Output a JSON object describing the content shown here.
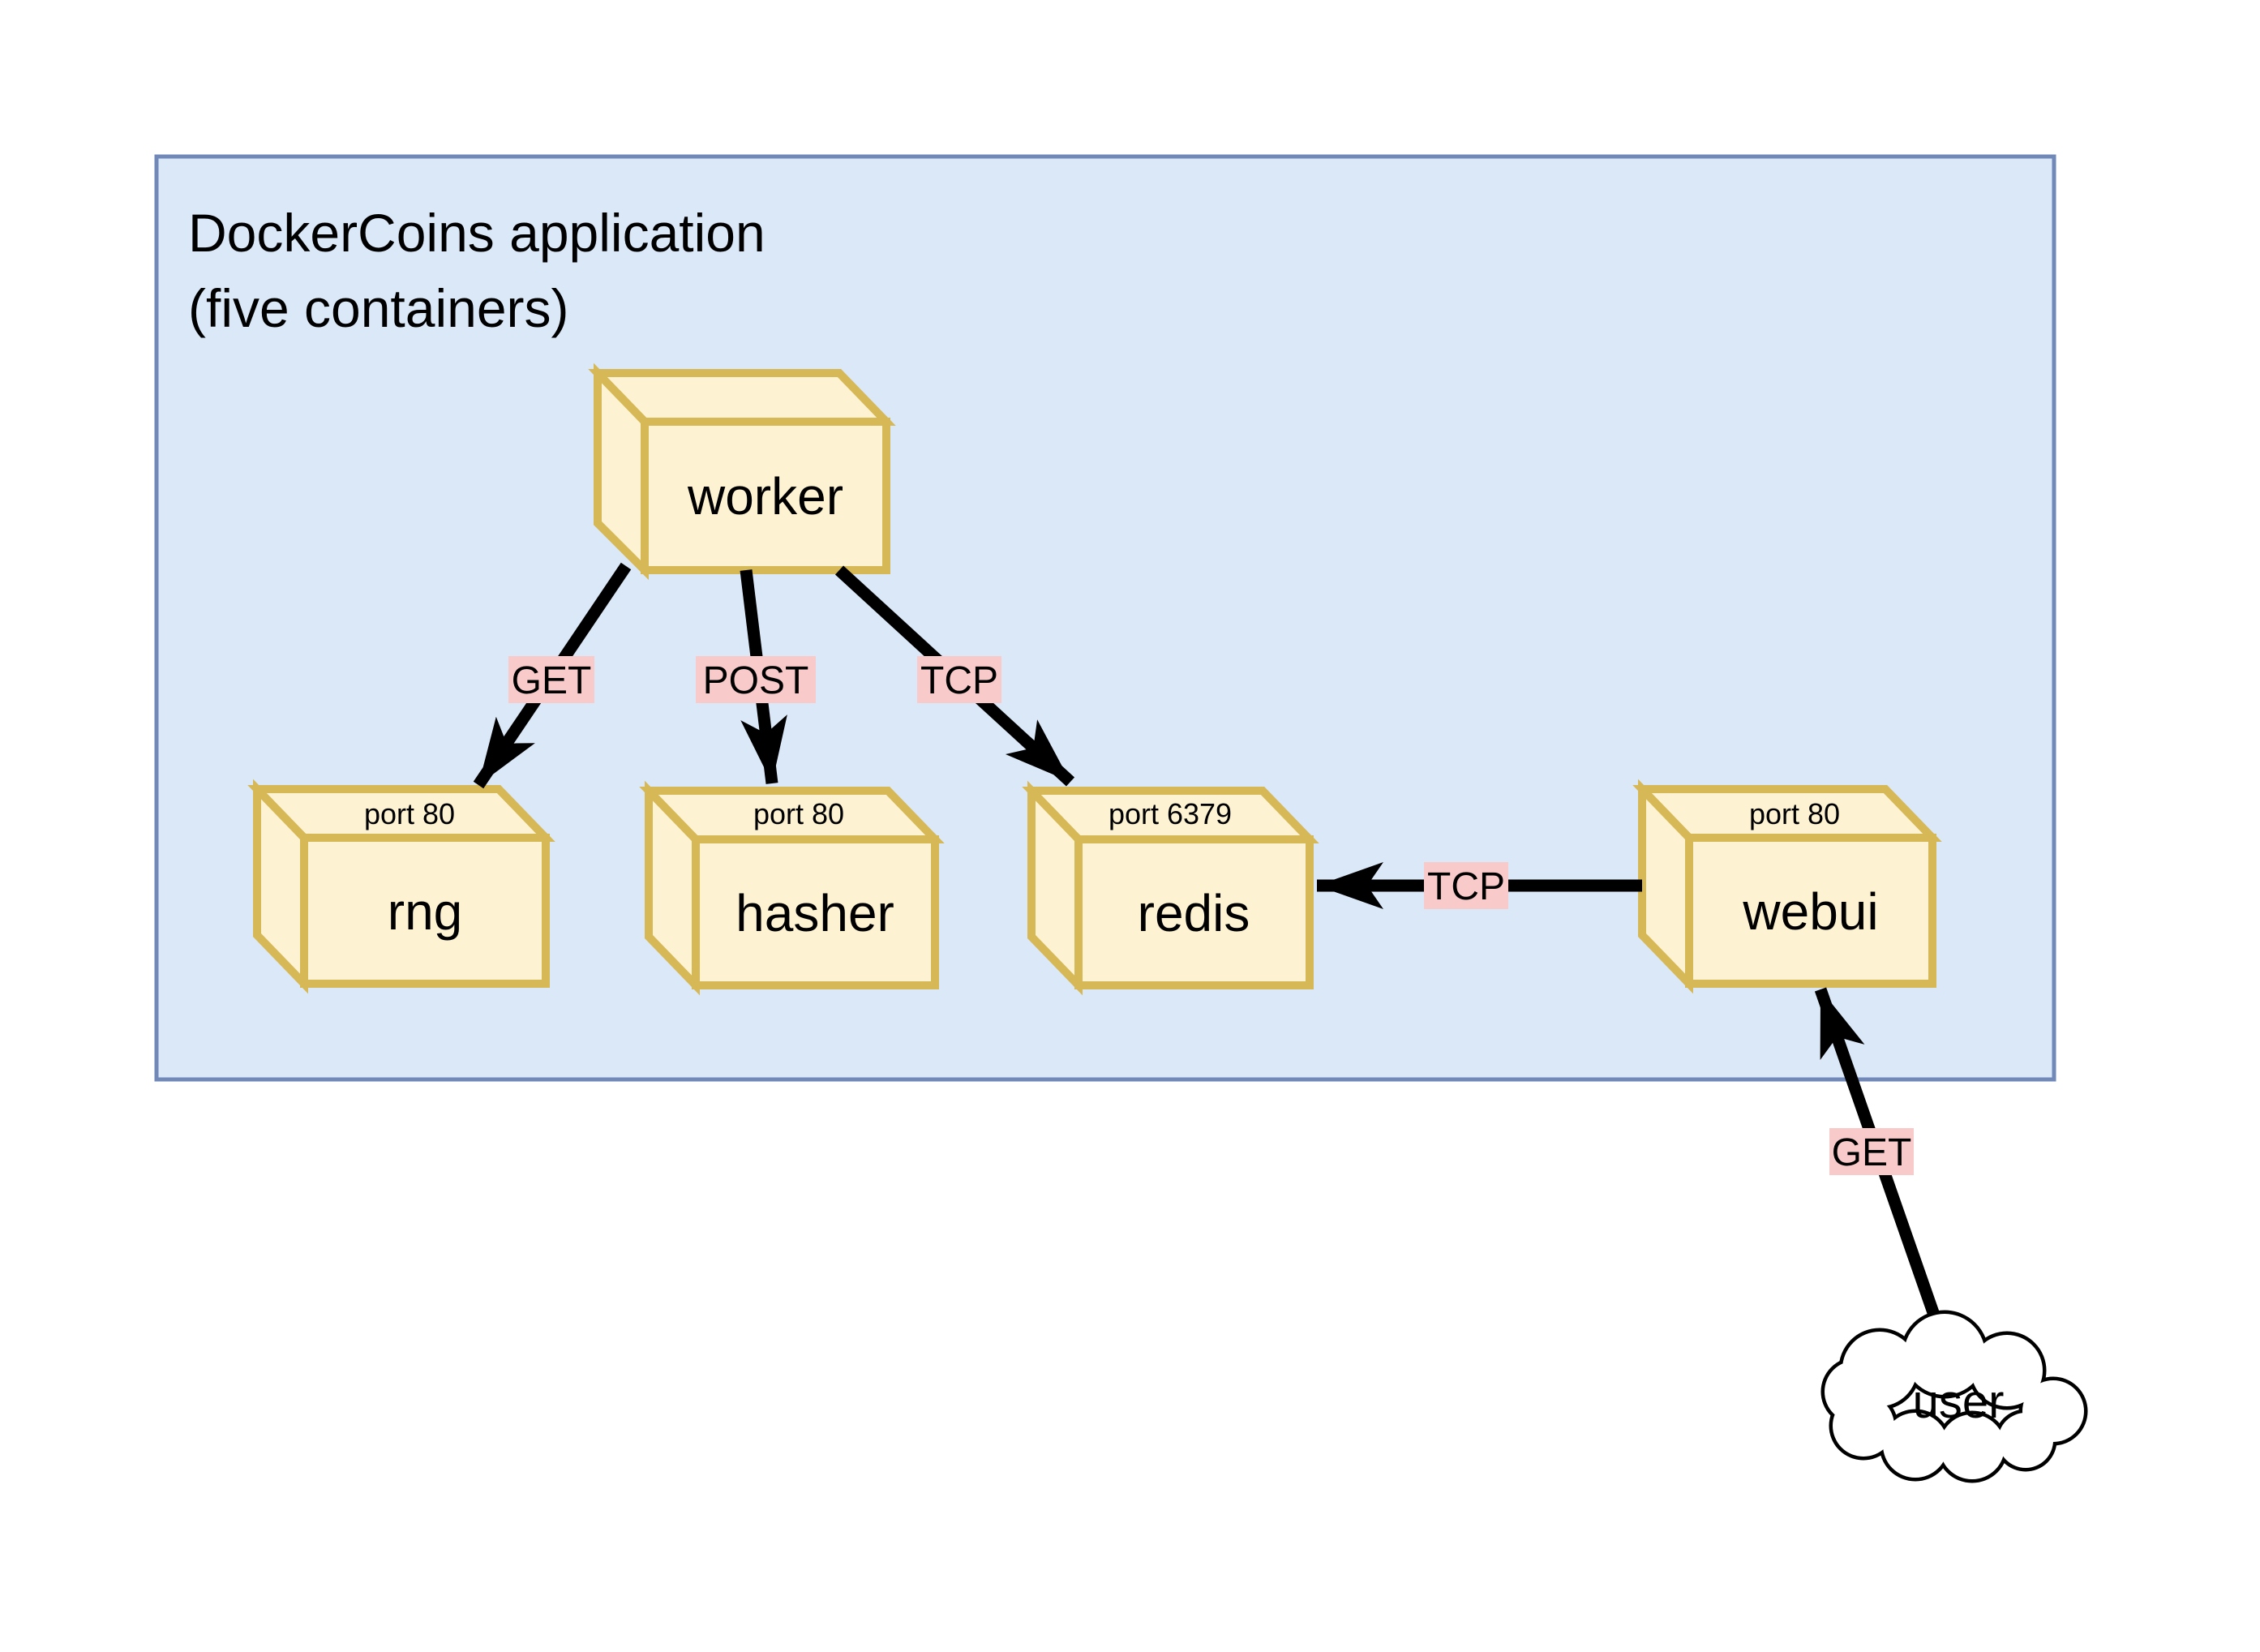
{
  "panel": {
    "title_line1": "DockerCoins application",
    "title_line2": "(five containers)"
  },
  "containers": [
    {
      "name": "worker"
    },
    {
      "name": "rng",
      "port": "port 80"
    },
    {
      "name": "hasher",
      "port": "port 80"
    },
    {
      "name": "redis",
      "port": "port 6379"
    },
    {
      "name": "webui",
      "port": "port 80"
    }
  ],
  "connections": [
    {
      "from": "worker",
      "to": "rng",
      "label": "GET"
    },
    {
      "from": "worker",
      "to": "hasher",
      "label": "POST"
    },
    {
      "from": "worker",
      "to": "redis",
      "label": "TCP"
    },
    {
      "from": "webui",
      "to": "redis",
      "label": "TCP"
    },
    {
      "from": "user",
      "to": "webui",
      "label": "GET"
    }
  ],
  "external_user": {
    "label": "user"
  },
  "colors": {
    "panel_fill": "#dbe8f8",
    "panel_border": "#7089b8",
    "box_fill": "#fdf3d2",
    "box_border": "#d6b857",
    "label_bg": "#f9caca",
    "arrow_color": "#000000",
    "text_color": "#000000",
    "cloud_fill": "#ffffff",
    "cloud_border": "#000000"
  }
}
